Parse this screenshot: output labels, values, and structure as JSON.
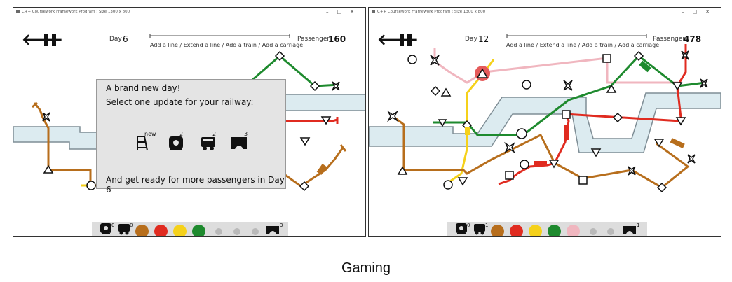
{
  "colors": {
    "brown": "#b76e1c",
    "red": "#e02b20",
    "yellow": "#f5d11a",
    "green": "#1e8a2e",
    "pink": "#f0b6bf",
    "river": "#dcebf0",
    "river_edge": "#7f8e96",
    "idle": "#b9b9b9",
    "panel": "#e4e4e4"
  },
  "icons": [
    "back-arrow-icon",
    "pause-icon",
    "locomotive-icon",
    "carriage-icon",
    "new-line-icon",
    "bridge-icon",
    "station-circle-icon",
    "station-square-icon",
    "station-triangle-icon",
    "station-diamond-icon",
    "station-star-icon"
  ],
  "left": {
    "window_title": "C++ Coursework Framework Program : Size 1300 x 800",
    "day_label": "Day",
    "day_value": "6",
    "instruction": "Add a line / Extend a line / Add a train / Add a carriage",
    "passenger_label": "Passenger",
    "passenger_value": "160",
    "dialog": {
      "line1": "A brand new day!",
      "line2": "Select one update for your railway:",
      "line3": "And get ready for more passengers in Day 6",
      "badges": [
        "new",
        "2",
        "2",
        "3"
      ]
    },
    "bottom": {
      "locomotives": "0",
      "carriages": "0",
      "bridges": "3"
    }
  },
  "right": {
    "window_title": "C++ Coursework Framework Program : Size 1300 x 800",
    "day_label": "Day",
    "day_value": "12",
    "instruction": "Add a line / Extend a line / Add a train / Add a carriage",
    "passenger_label": "Passenger",
    "passenger_value": "478",
    "bottom": {
      "locomotives": "0",
      "carriages": "1",
      "bridges": "1"
    }
  },
  "caption": "Gaming"
}
